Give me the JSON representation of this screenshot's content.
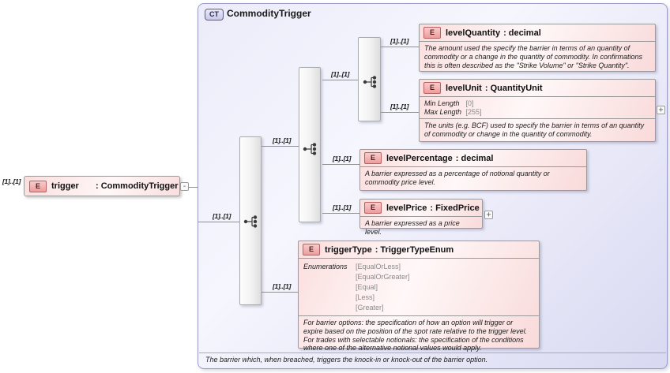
{
  "complex_type": {
    "badge": "CT",
    "name": "CommodityTrigger",
    "documentation": "The barrier which, when breached, triggers the knock-in or knock-out of the barrier option."
  },
  "root_element": {
    "icon": "E",
    "cardinality": "[1]..[1]",
    "name": "trigger",
    "type": ": CommodityTrigger",
    "collapse_glyph": "-"
  },
  "tree": {
    "seq1": {
      "cardinality": "[1]..[1]"
    },
    "seq2": {
      "cardinality": "[1]..[1]"
    },
    "seq3": {
      "cardinality": "[1]..[1]"
    }
  },
  "elements": [
    {
      "icon": "E",
      "cardinality": "[1]..[1]",
      "name": "levelQuantity",
      "type": ": decimal",
      "documentation": "The amount used the specify the barrier in terms of an quantity of commodity or a change in the quantity of commodity. In confirmations this is often described as the \"Strike Volume\" or \"Strike Quantity\"."
    },
    {
      "icon": "E",
      "cardinality": "[1]..[1]",
      "name": "levelUnit",
      "type": ": QuantityUnit",
      "facets": [
        {
          "label": "Min Length",
          "value": "[0]"
        },
        {
          "label": "Max Length",
          "value": "[255]"
        }
      ],
      "documentation": "The units (e.g. BCF) used to specify the barrier in terms of an quantity of commodity or change in the quantity of commodity.",
      "expand_glyph": "+"
    },
    {
      "icon": "E",
      "cardinality": "[1]..[1]",
      "name": "levelPercentage",
      "type": ": decimal",
      "documentation": "A barrier expressed as a percentage of notional quantity or commodity price level."
    },
    {
      "icon": "E",
      "cardinality": "[1]..[1]",
      "name": "levelPrice",
      "type": ": FixedPrice",
      "documentation": "A barrier expressed as a price level.",
      "expand_glyph": "+"
    },
    {
      "icon": "E",
      "cardinality": "[1]..[1]",
      "name": "triggerType",
      "type": ": TriggerTypeEnum",
      "enumerations_label": "Enumerations",
      "enumerations": [
        "[EqualOrLess]",
        "[EqualOrGreater]",
        "[Equal]",
        "[Less]",
        "[Greater]"
      ],
      "documentation": "For barrier options: the specification of how an option will trigger or expire based on the position of the spot rate relative to the trigger level. For trades with selectable notionals: the specification of the conditions where one of the alternative notional values would apply."
    }
  ]
}
